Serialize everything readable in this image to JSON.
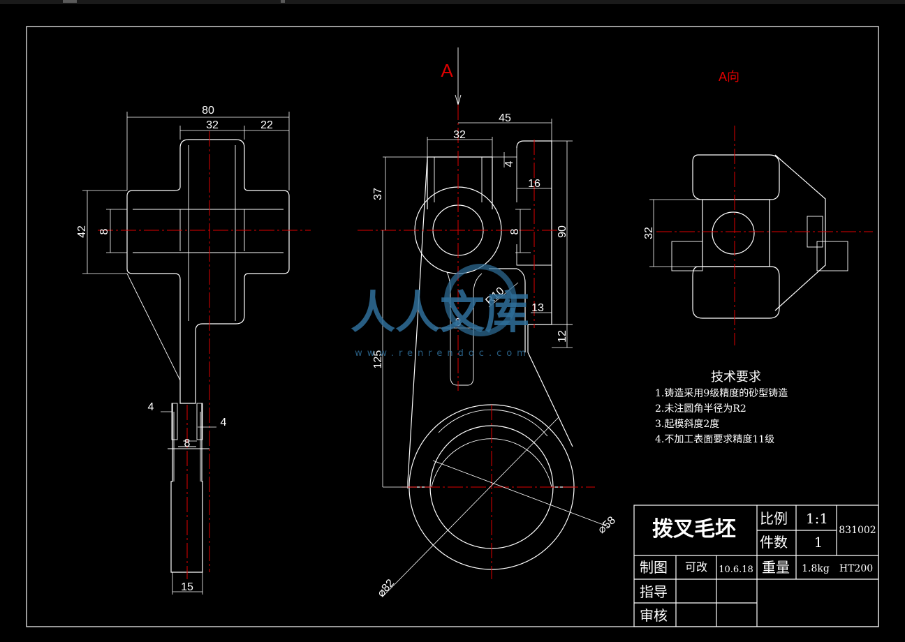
{
  "drawing": {
    "section_label": "A",
    "view_label": "A向"
  },
  "dimensions": {
    "front": {
      "overall": "80",
      "boss": "32",
      "right": "22",
      "height": "42",
      "slot": "8",
      "web_left": "4",
      "web_right": "4",
      "web": "8",
      "rib": "15"
    },
    "side": {
      "width": "45",
      "boss": "32",
      "offset": "4",
      "ear": "16",
      "upper": "37",
      "slot": "8",
      "total": "90",
      "r": "R10",
      "rib": "8",
      "t13": "13",
      "t12": "12",
      "mid": "125",
      "dia_inner": "⌀58",
      "dia_outer": "⌀82"
    },
    "view_a": {
      "height": "32"
    }
  },
  "requirements": {
    "title": "技术要求",
    "items": [
      "1.铸造采用9级精度的砂型铸造",
      "2.未注圆角半径为R2",
      "3.起模斜度2度",
      "4.不加工表面要求精度11级"
    ]
  },
  "title_block": {
    "name": "拨叉毛坯",
    "scale_label": "比例",
    "scale_value": "1:1",
    "qty_label": "件数",
    "qty_value": "1",
    "drawing_no": "831002",
    "drawn_label": "制图",
    "drawn_by": "可改",
    "date": "10.6.18",
    "weight_label": "重量",
    "weight": "1.8kg",
    "material": "HT200",
    "guide_label": "指导",
    "check_label": "审核"
  },
  "watermark": {
    "text": "人人文库",
    "url": "www.renrendoc.com"
  }
}
